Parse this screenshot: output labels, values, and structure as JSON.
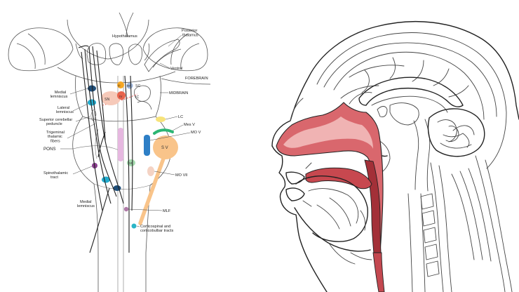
{
  "brainstem_panel": {
    "labels": {
      "hypothalamus": "Hypothalamus",
      "posterior_thalamus": "Posterior\nthalamus",
      "ventral": "Ventral",
      "forebrain": "FOREBRAIN",
      "midbrain": "MIDBRAIN",
      "pons": "PONS",
      "medial_lemniscus_top": "Medial\nlemniscus",
      "lateral_lemniscus": "Lateral\nlemniscus",
      "superior_cerebellar_peduncle": "Superior cerebellar\npeduncle",
      "trigeminal_thalamic_fibers": "Trigeminal\nthalamic\nfibers",
      "spinothalamic_tract": "Spinothalamic\ntract",
      "medial_lemniscus_bottom": "Medial\nlemniscus",
      "lc": "LC",
      "mes_v": "Mes V",
      "mo_v": "MO V",
      "mo_vii": "MO VII",
      "mlf": "MLF",
      "corticospinal": "Corticospinal and\ncorticobulbar tracts"
    },
    "markers": {
      "sn": "SN",
      "rn": "RN",
      "sc": "SC",
      "ic": "IC",
      "s_v": "S V",
      "iii": "III",
      "iv": "IV",
      "vi": "VI"
    }
  },
  "colors": {
    "airway_fill": "#d9676d",
    "airway_light": "#f0b3b3",
    "airway_dark": "#a33038",
    "medial_lemniscus": "#1f4e79",
    "lateral_lemniscus": "#22aacc",
    "sn": "#f6c9b9",
    "rn": "#e8644d",
    "s_v": "#f9c48a",
    "mo_v": "#2e7fc6",
    "mes_v": "#2bb673",
    "lc": "#f7e37a",
    "pons_tract": "#e6b8e0",
    "vi": "#a6dcb0",
    "mlf": "#b07aa8",
    "spinothalamic": "#8a3f8f",
    "corticospinal": "#2bb5c7"
  },
  "icons": [
    "brainstem-diagram",
    "head-sagittal-section"
  ]
}
